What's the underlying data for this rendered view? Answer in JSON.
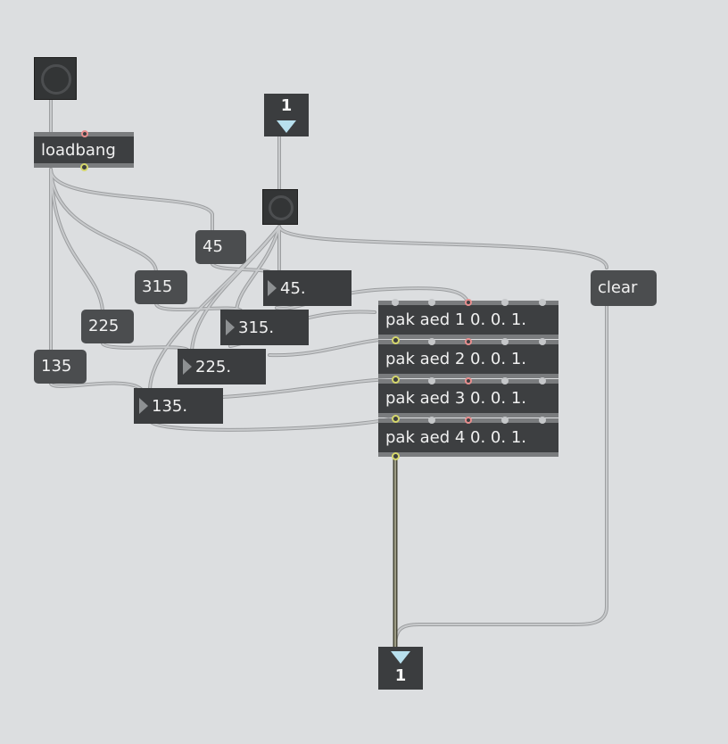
{
  "patch": {
    "loadbang": {
      "label": "loadbang"
    },
    "messages": {
      "m45": "45",
      "m315": "315",
      "m225": "225",
      "m135": "135",
      "clear": "clear"
    },
    "floats": {
      "f45": "45.",
      "f315": "315.",
      "f225": "225.",
      "f135": "135."
    },
    "pak": [
      {
        "label": "pak aed 1 0. 0. 1."
      },
      {
        "label": "pak aed 2 0. 0. 1."
      },
      {
        "label": "pak aed 3 0. 0. 1."
      },
      {
        "label": "pak aed 4 0. 0. 1."
      }
    ],
    "inlet": {
      "index": "1"
    },
    "outlet": {
      "index": "1"
    }
  },
  "colors": {
    "background": "#dcdee0",
    "object": "#3d3f41",
    "patchcord": "#b4b6b8",
    "signal_cord": "#6b6a5a",
    "hot_inlet": "#e88e8e",
    "outlet": "#d4d66a"
  }
}
